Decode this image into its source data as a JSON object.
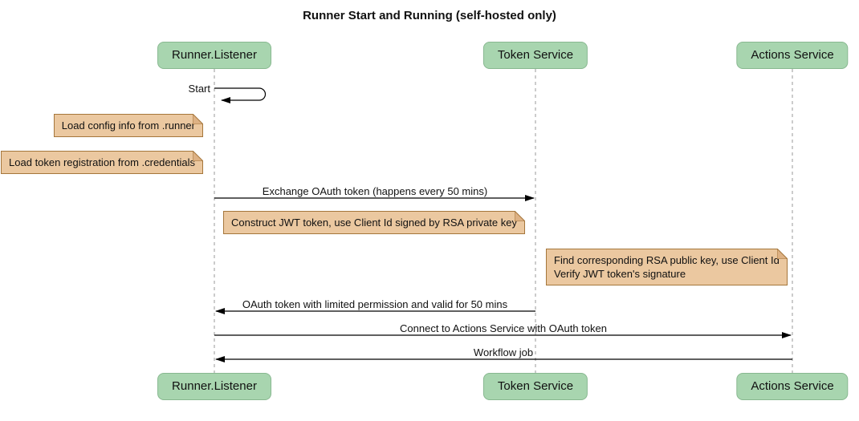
{
  "title": "Runner Start and Running (self-hosted only)",
  "participants": {
    "runner": "Runner.Listener",
    "token": "Token Service",
    "actions": "Actions Service"
  },
  "messages": {
    "self_start": "Start",
    "exchange_token": "Exchange OAuth token (happens every 50 mins)",
    "oauth_token_return": "OAuth token with limited permission and valid for 50 mins",
    "connect_actions": "Connect to Actions Service with OAuth token",
    "workflow_job": "Workflow job"
  },
  "notes": {
    "load_config": "Load config info from .runner",
    "load_token": "Load token registration from .credentials",
    "construct_jwt": "Construct JWT token, use Client Id signed by RSA private key",
    "find_rsa": "Find corresponding RSA public key, use Client Id\nVerify JWT token's signature"
  },
  "colors": {
    "participant_fill": "#A8D5AF",
    "participant_border": "#88B890",
    "note_fill": "#EBC8A0",
    "note_border": "#A5763B",
    "lifeline": "#999999",
    "arrow": "#000000"
  }
}
